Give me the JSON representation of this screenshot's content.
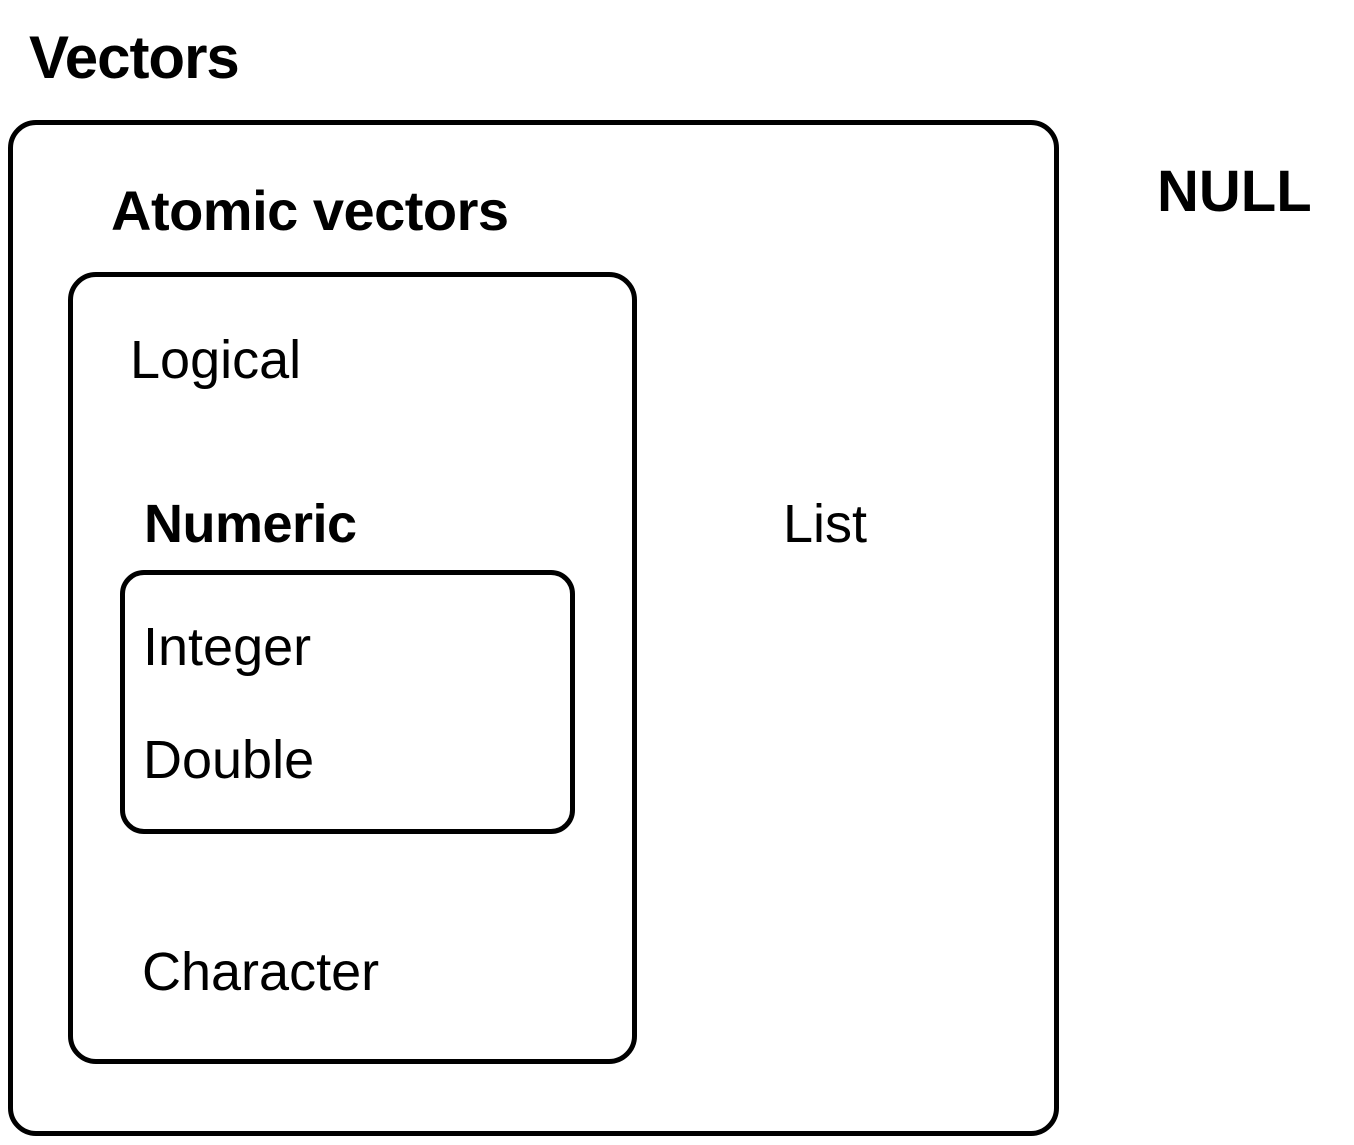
{
  "diagram": {
    "type": "nested-set-diagram",
    "subject": "R vector type hierarchy",
    "background_color": "#ffffff",
    "stroke_color": "#000000",
    "boxes": [
      {
        "id": "vectors",
        "label": "Vectors",
        "label_weight": "bold",
        "label_position": "above-outside-top-left",
        "children": [
          "atomic_vectors",
          "list"
        ]
      },
      {
        "id": "atomic_vectors",
        "label": "Atomic vectors",
        "label_weight": "bold",
        "label_position": "above-outside-top-left",
        "children": [
          "logical",
          "numeric",
          "character"
        ]
      },
      {
        "id": "numeric_inner",
        "label": "Numeric",
        "label_weight": "bold",
        "label_position": "above-outside-top-left",
        "children": [
          "integer",
          "double"
        ]
      }
    ],
    "leaves": [
      {
        "id": "logical",
        "label": "Logical",
        "weight": "normal"
      },
      {
        "id": "integer",
        "label": "Integer",
        "weight": "normal"
      },
      {
        "id": "double",
        "label": "Double",
        "weight": "normal"
      },
      {
        "id": "character",
        "label": "Character",
        "weight": "normal"
      },
      {
        "id": "list",
        "label": "List",
        "weight": "normal"
      }
    ],
    "outside_labels": [
      {
        "id": "null",
        "label": "NULL",
        "weight": "bold"
      }
    ]
  },
  "labels": {
    "vectors": "Vectors",
    "null": "NULL",
    "atomic_vectors": "Atomic vectors",
    "logical": "Logical",
    "numeric": "Numeric",
    "integer": "Integer",
    "double": "Double",
    "character": "Character",
    "list": "List"
  }
}
